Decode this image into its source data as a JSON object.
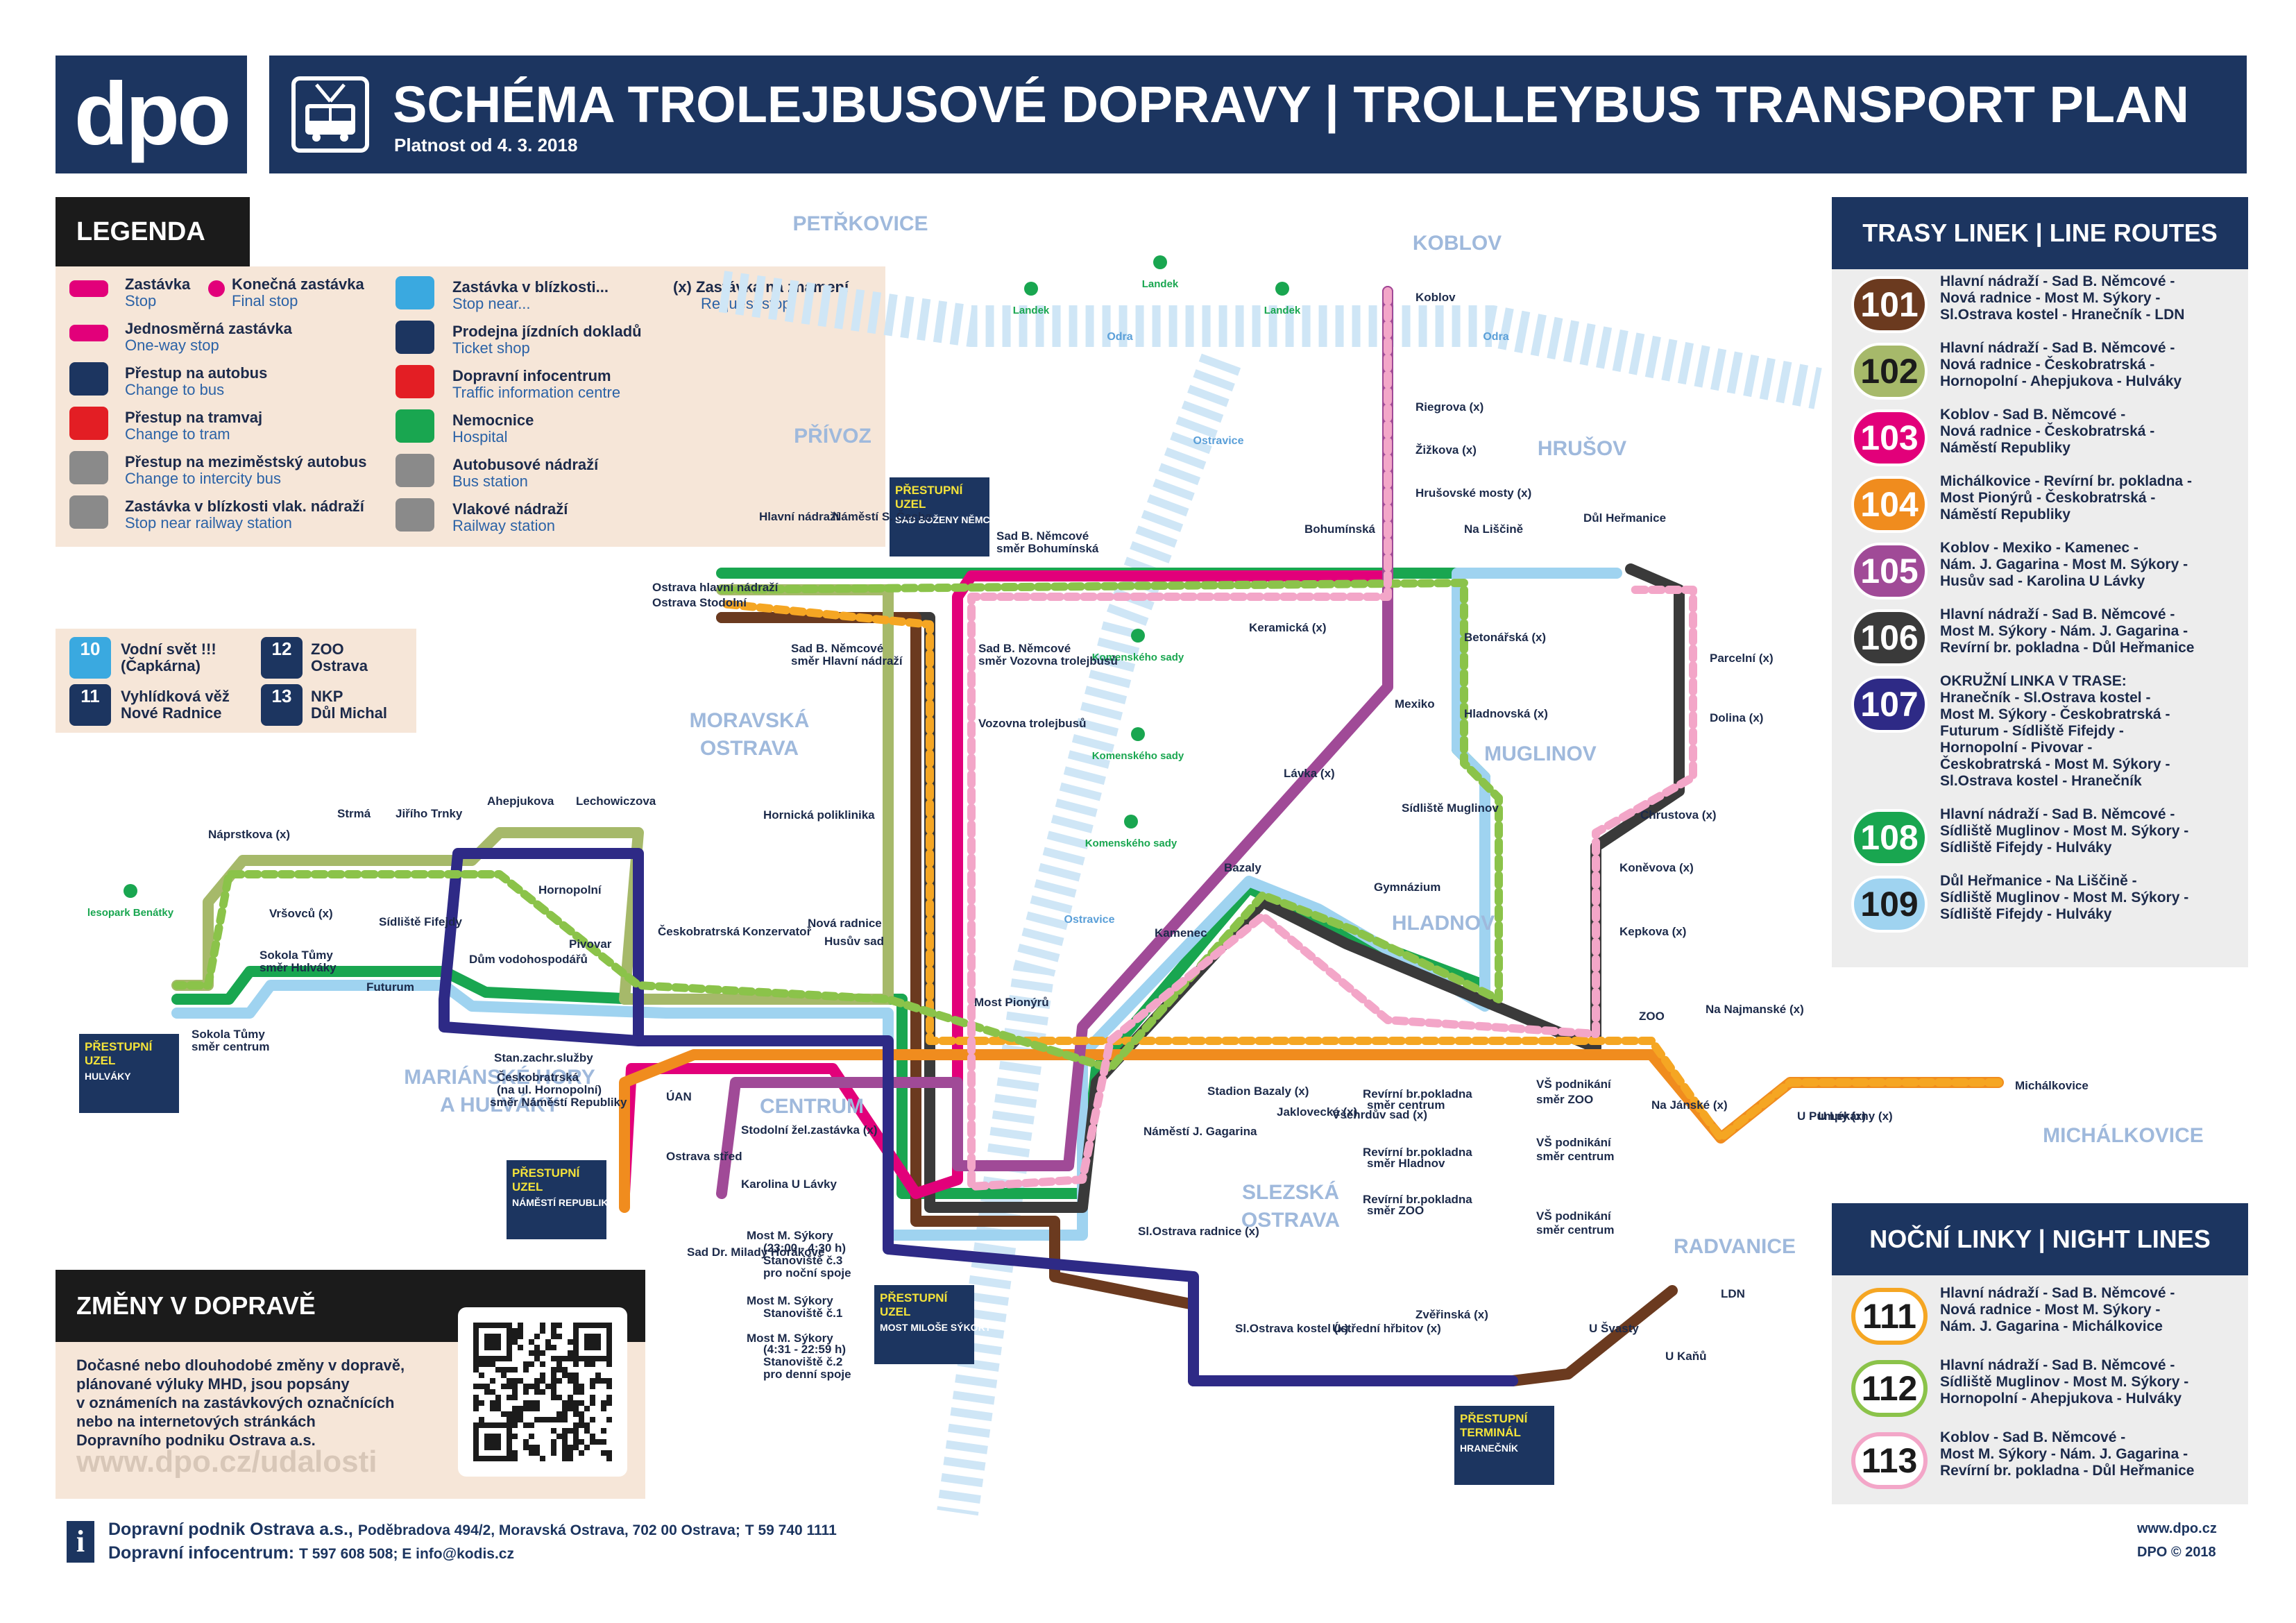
{
  "header": {
    "logo": "dpo",
    "title": "SCHÉMA TROLEJBUSOVÉ DOPRAVY | TROLLEYBUS TRANSPORT PLAN",
    "valid_from": "Platnost od 4. 3. 2018",
    "colors": {
      "navy": "#1c3560",
      "accent": "#e2007a"
    }
  },
  "legend": {
    "title": "LEGENDA",
    "items": [
      {
        "cz": "Zastávka",
        "en": "Stop",
        "icon": "stop-icon"
      },
      {
        "cz": "Konečná zastávka",
        "en": "Final stop",
        "icon": "final-stop-icon"
      },
      {
        "cz": "Zastávka v blízkosti...",
        "en": "Stop near...",
        "icon": "water-icon"
      },
      {
        "cz": "(x)  Zastávka na znamení",
        "en": "Request stop",
        "icon": "request-icon"
      },
      {
        "cz": "Jednosměrná zastávka",
        "en": "One-way stop",
        "icon": "one-way-stop-icon"
      },
      {
        "cz": "Prodejna jízdních dokladů",
        "en": "Ticket shop",
        "icon": "ticket-shop-icon"
      },
      {
        "cz": "Přestup na autobus",
        "en": "Change to bus",
        "icon": "bus-icon"
      },
      {
        "cz": "Dopravní infocentrum",
        "en": "Traffic information centre",
        "icon": "info-icon"
      },
      {
        "cz": "Přestup na tramvaj",
        "en": "Change to tram",
        "icon": "tram-icon"
      },
      {
        "cz": "Nemocnice",
        "en": "Hospital",
        "icon": "hospital-icon"
      },
      {
        "cz": "Přestup na meziměstský autobus",
        "en": "Change to intercity bus",
        "icon": "intercity-bus-icon"
      },
      {
        "cz": "Autobusové nádraží",
        "en": "Bus station",
        "icon": "bus-station-icon"
      },
      {
        "cz": "Zastávka v blízkosti vlak. nádraží",
        "en": "Stop near railway station",
        "icon": "train-icon"
      },
      {
        "cz": "Vlakové nádraží",
        "en": "Railway station",
        "icon": "railway-station-icon"
      }
    ]
  },
  "poi": [
    {
      "num": "10",
      "l1": "Vodní svět !!!",
      "l2": "(Čapkárna)"
    },
    {
      "num": "12",
      "l1": "ZOO",
      "l2": "Ostrava"
    },
    {
      "num": "11",
      "l1": "Vyhlídková věž",
      "l2": "Nové Radnice"
    },
    {
      "num": "13",
      "l1": "NKP",
      "l2": "Důl Michal"
    }
  ],
  "routes": {
    "title": "TRASY LINEK | LINE ROUTES",
    "items": [
      {
        "num": "101",
        "color": "#6b3a1f",
        "lines": [
          "Hlavní nádraží - Sad B. Němcové -",
          "Nová radnice - Most M. Sýkory -",
          "Sl.Ostrava kostel - Hraneční­k - LDN"
        ]
      },
      {
        "num": "102",
        "color": "#a6b96a",
        "lines": [
          "Hlavní nádraží - Sad B. Němcové -",
          "Nová radnice - Českobratrská -",
          "Hornopolní - Ahepjukova - Hulváky"
        ]
      },
      {
        "num": "103",
        "color": "#e2007a",
        "lines": [
          "Koblov - Sad B. Němcové -",
          "Nová radnice - Českobratrská -",
          "Náměstí Republiky"
        ]
      },
      {
        "num": "104",
        "color": "#f08c1e",
        "lines": [
          "Michálkovice - Revírní br. pokladna -",
          "Most Pionýrů - Českobratrská -",
          "Náměstí Republiky"
        ]
      },
      {
        "num": "105",
        "color": "#a04a97",
        "lines": [
          "Koblov - Mexiko - Kamenec -",
          "Nám. J. Gagarina - Most M. Sýkory -",
          "Husův sad - Karolina U Lávky"
        ]
      },
      {
        "num": "106",
        "color": "#3a3a3a",
        "lines": [
          "Hlavní nádraží - Sad B. Němcové -",
          "Most M. Sýkory - Nám. J. Gagarina -",
          "Revírní br. pokladna - Důl Heřmanice"
        ]
      },
      {
        "num": "107",
        "color": "#2e2a86",
        "lines": [
          "OKRUŽNÍ LINKA V TRASE:",
          "Hraneční­k - Sl.Ostrava kostel -",
          "Most M. Sýkory - Českobratrská -",
          "Futurum - Sídliště Fifejdy -",
          "Hornopolní - Pivovar -",
          "Českobratrská - Most M. Sýkory -",
          "Sl.Ostrava kostel - Hraneční­k"
        ]
      },
      {
        "num": "108",
        "color": "#19a650",
        "lines": [
          "Hlavní nádraží - Sad B. Němcové -",
          "Sídliště Muglinov - Most M. Sýkory -",
          "Sídliště Fifejdy - Hulváky"
        ]
      },
      {
        "num": "109",
        "color": "#9fd3f0",
        "lines": [
          "Důl Heřmanice - Na Liščině -",
          "Sídliště Muglinov - Most M. Sýkory -",
          "Sídliště Fifejdy - Hulváky"
        ]
      }
    ]
  },
  "night": {
    "title": "NOČNÍ LINKY | NIGHT LINES",
    "items": [
      {
        "num": "111",
        "color": "#f5a623",
        "lines": [
          "Hlavní nádraží - Sad B. Němcové -",
          "Nová radnice - Most M. Sýkory -",
          "Nám. J. Gagarina - Michálkovice"
        ]
      },
      {
        "num": "112",
        "color": "#8bc34a",
        "lines": [
          "Hlavní nádraží - Sad B. Němcové -",
          "Sídliště Muglinov - Most M. Sýkory -",
          "Hornopolní - Ahepjukova - Hulváky"
        ]
      },
      {
        "num": "113",
        "color": "#f3a6c8",
        "lines": [
          "Koblov - Sad B. Němcové -",
          "Most M. Sýkory - Nám. J. Gagarina -",
          "Revírní br. pokladna - Důl Heřmanice"
        ]
      }
    ]
  },
  "changes": {
    "title": "ZMĚNY V DOPRAVĚ",
    "lines": [
      "Dočasné nebo dlouhodobé změny v dopravě,",
      "plánované výluky MHD, jsou popsány",
      "v oznámeních na zastávkových označnících",
      "nebo na internetových stránkách",
      "Dopravního podniku Ostrava a.s."
    ],
    "url": "www.dpo.cz/udalosti"
  },
  "footer": {
    "company": "Dopravní podnik Ostrava a.s.,",
    "address": "Poděbradova 494/2, Moravská Ostrava, 702 00 Ostrava;",
    "phone": "T  59 740 1111",
    "infocentre": "Dopravní infocentrum:",
    "info_contact": "T 597 608 508;  E info@kodis.cz",
    "web": "www.dpo.cz",
    "copyright": "DPO © 2018"
  },
  "map": {
    "districts": [
      "PETŘKOVICE",
      "KOBLOV",
      "PŘÍVOZ",
      "HRUŠOV",
      "MORAVSKÁ",
      "OSTRAVA",
      "MUGLINOV",
      "HLADNOV",
      "MARIÁNSKÉ HORY",
      "A HULVÁKY",
      "CENTRUM",
      "SLEZSKÁ",
      "OSTRAVA",
      "RADVANICE",
      "MICHÁLKOVICE"
    ],
    "rivers": [
      "Odra",
      "Odra",
      "Ostravice",
      "Ostravice"
    ],
    "parks": [
      "Landek",
      "Landek",
      "Landek",
      "Komenského sady",
      "Komenského sady",
      "Komenského sady",
      "lesopark Benátky"
    ],
    "hubs": [
      {
        "l1": "PŘESTUPNÍ",
        "l2": "UZEL",
        "l3": "SAD BOŽENY NĚMCOVÉ"
      },
      {
        "l1": "PŘESTUPNÍ",
        "l2": "UZEL",
        "l3": "HULVÁKY"
      },
      {
        "l1": "PŘESTUPNÍ",
        "l2": "UZEL",
        "l3": "NÁMĚSTÍ REPUBLIKY"
      },
      {
        "l1": "PŘESTUPNÍ",
        "l2": "UZEL",
        "l3": "MOST MILOŠE SÝKORY"
      },
      {
        "l1": "PŘESTUPNÍ",
        "l2": "TERMINÁL",
        "l3": "HRANEČNÍK"
      }
    ],
    "stops": [
      "Koblov",
      "Riegrova (x)",
      "Žižkova (x)",
      "Hrušovské mosty (x)",
      "Hlavní nádraží",
      "Náměstí S. Čecha",
      "Sad B. Němcové",
      "směr Bohumínská",
      "Bohumínská",
      "Na Liščině",
      "Důl Heřmanice",
      "Keramická (x)",
      "Betonářská (x)",
      "Parcelní (x)",
      "Sad B. Němcové",
      "směr Hlavní nádraží",
      "Sad B. Němcové",
      "směr Vozovna trolejbusů",
      "Vozovna trolejbusů",
      "Hladnovská (x)",
      "Dolina (x)",
      "Mexiko",
      "Lávka (x)",
      "Hornická poliklinika",
      "Sídliště Muglinov",
      "Chrustova (x)",
      "Koněvova (x)",
      "Kepkova (x)",
      "Gymnázium",
      "Nová radnice",
      "Husův sad",
      "Bazaly",
      "Kamenec",
      "Náprstkova (x)",
      "Strmá",
      "Jiřího Trnky",
      "Ahepjukova",
      "Lechowiczova",
      "Vršovců (x)",
      "Hornopolní",
      "Sídliště Fifejdy",
      "Českobratrská",
      "Konzervatoř",
      "Pivovar",
      "Dům vodohospodářů",
      "Futurum",
      "Sokola Tůmy",
      "směr Hulváky",
      "Sokola Tůmy",
      "směr centrum",
      "Most Pionýrů",
      "Stan.zachr.služby",
      "Českobratrská",
      "(na ul. Hornopolní)",
      "směr Náměstí Republiky",
      "ZOO",
      "Na Najmanské (x)",
      "Michálkovice",
      "U Lékárny (x)",
      "U Pumpy (x)",
      "Na Jánské (x)",
      "Stadion Bazaly (x)",
      "Jaklovecká (x)",
      "Všehrdův sad (x)",
      "Náměstí J. Gagarina",
      "Revírní br.pokladna",
      "směr centrum",
      "Revírní br.pokladna",
      "směr Hladnov",
      "Revírní br.pokladna",
      "směr ZOO",
      "VŠ podnikání",
      "směr ZOO",
      "VŠ podnikání",
      "směr centrum",
      "VŠ podnikání",
      "směr centrum",
      "Stodolní žel.zastávka (x)",
      "Karolina U Lávky",
      "Most M. Sýkory",
      "(23:00 - 4:30 h)",
      "Stanoviště č.3",
      "pro noční spoje",
      "Most M. Sýkory",
      "Stanoviště č.1",
      "Most M. Sýkory",
      "(4:31 - 22:59 h)",
      "Stanoviště č.2",
      "pro denní spoje",
      "Sl.Ostrava radnice (x)",
      "Sl.Ostrava kostel (x)",
      "Ústřední hřbitov (x)",
      "Zvěřinská (x)",
      "U Švasty",
      "U Kaňů",
      "LDN",
      "Ostrava hlavní nádraží",
      "Ostrava Stodolní",
      "ÚAN",
      "Ostrava střed",
      "Sad Dr. Milady Horákové"
    ]
  }
}
